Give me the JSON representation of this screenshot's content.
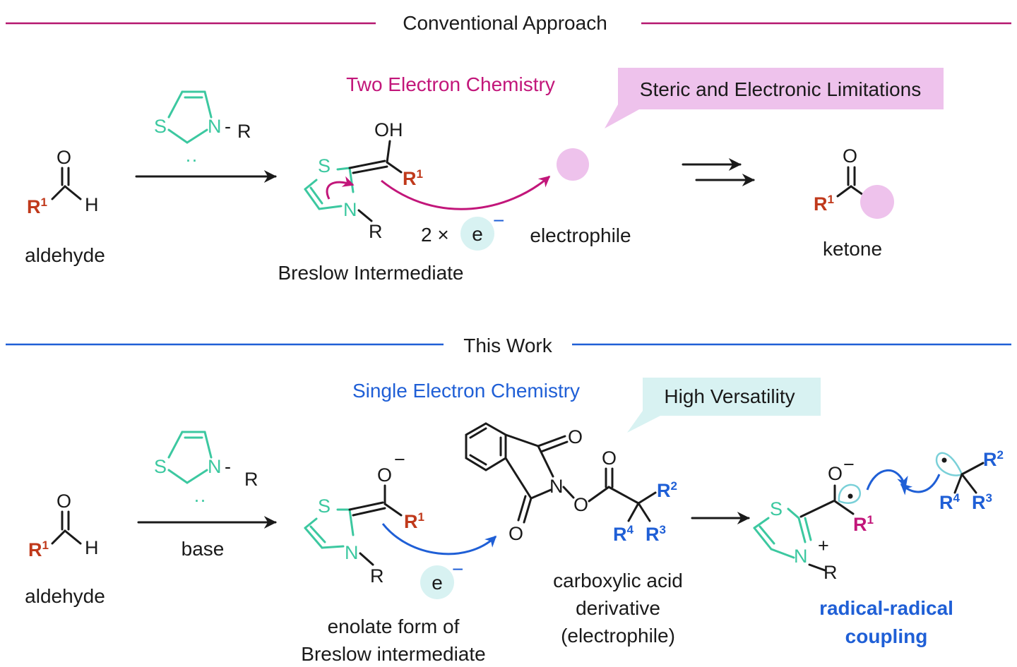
{
  "top": {
    "section_title": "Conventional Approach",
    "chem_type": "Two Electron Chemistry",
    "callout": "Steric and Electronic Limitations",
    "aldehyde": "aldehyde",
    "intermediate": "Breslow Intermediate",
    "electron_prefix": "2 ×",
    "electron": "e",
    "electron_charge": "−",
    "electrophile": "electrophile",
    "product": "ketone"
  },
  "bottom": {
    "section_title": "This Work",
    "chem_type": "Single Electron Chemistry",
    "callout": "High Versatility",
    "aldehyde": "aldehyde",
    "condition": "base",
    "intermediate_line1": "enolate form of",
    "intermediate_line2": "Breslow intermediate",
    "electron": "e",
    "electron_charge": "−",
    "electrophile_line1": "carboxylic acid",
    "electrophile_line2": "derivative",
    "electrophile_line3": "(electrophile)",
    "product_line1": "radical-radical",
    "product_line2": "coupling"
  },
  "atoms": {
    "O": "O",
    "H": "H",
    "OH": "OH",
    "S": "S",
    "N": "N",
    "R": "R",
    "dash": "-",
    "R_group": "R",
    "one": "1",
    "two": "2",
    "three": "3",
    "four": "4",
    "minus": "−",
    "plus": "+",
    "lone_pair": "··"
  },
  "colors": {
    "top_rule": "#b5176f",
    "bottom_rule": "#1f5fd6",
    "catalyst_green": "#3cc8a0",
    "r1_red": "#c0391b",
    "r1_magenta": "#c2167a",
    "r_blue": "#1f5fd6",
    "pink_fill": "#eec2ec",
    "cyan_fill": "#d8f2f2"
  }
}
